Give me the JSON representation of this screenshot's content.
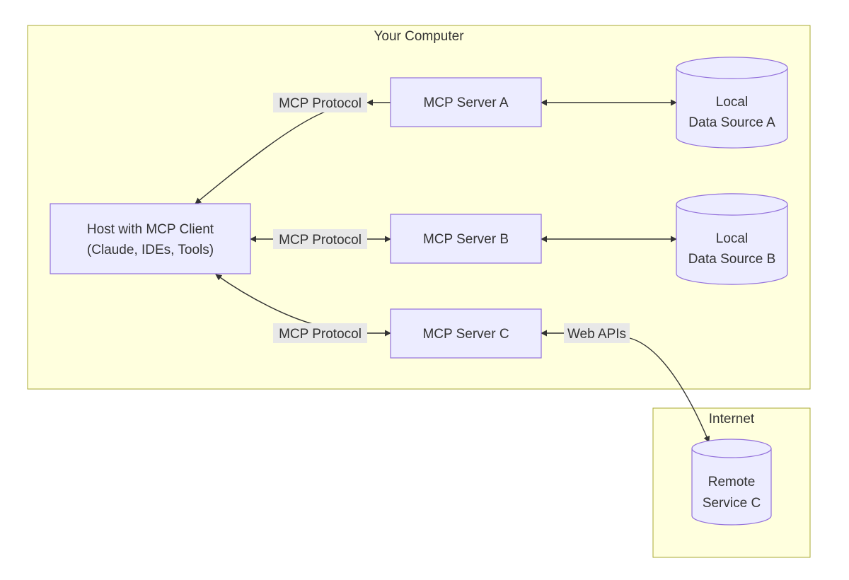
{
  "clusters": {
    "computer": {
      "title": "Your Computer"
    },
    "internet": {
      "title": "Internet"
    }
  },
  "nodes": {
    "host": {
      "line1": "Host with MCP Client",
      "line2": "(Claude, IDEs, Tools)"
    },
    "server_a": {
      "label": "MCP Server A"
    },
    "server_b": {
      "label": "MCP Server B"
    },
    "server_c": {
      "label": "MCP Server C"
    },
    "data_a": {
      "line1": "Local",
      "line2": "Data Source A"
    },
    "data_b": {
      "line1": "Local",
      "line2": "Data Source B"
    },
    "remote_c": {
      "line1": "Remote",
      "line2": "Service C"
    }
  },
  "edges": {
    "host_a": {
      "label": "MCP Protocol"
    },
    "host_b": {
      "label": "MCP Protocol"
    },
    "host_c": {
      "label": "MCP Protocol"
    },
    "c_remote": {
      "label": "Web APIs"
    }
  },
  "colors": {
    "cluster_fill": "#ffffde",
    "cluster_stroke": "#aaaa33",
    "node_fill": "#ececff",
    "node_stroke": "#9370db",
    "edge": "#333333",
    "edge_label_bg": "#e8e8e8"
  }
}
